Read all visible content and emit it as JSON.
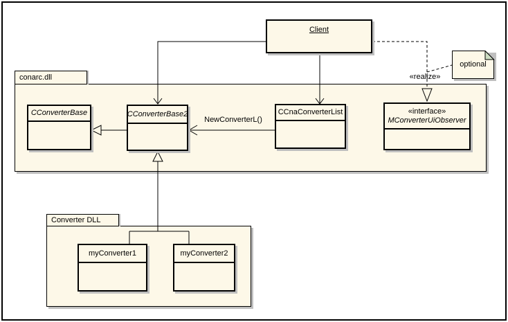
{
  "diagram": {
    "client": {
      "name": "Client"
    },
    "packages": {
      "conarc": {
        "label": "conarc.dll"
      },
      "converter_dll": {
        "label": "Converter DLL"
      }
    },
    "classes": {
      "cconverterbase": {
        "name": "CConverterBase"
      },
      "cconverterbase2": {
        "name": "CConverterBase2"
      },
      "ccnaconverterlist": {
        "name": "CCnaConverterList"
      },
      "mconverteruiobserver": {
        "stereotype": "«interface»",
        "name": "MConverterUiObserver"
      },
      "myconverter1": {
        "name": "myConverter1"
      },
      "myconverter2": {
        "name": "myConverter2"
      }
    },
    "edges": {
      "new_converter_label": "NewConverterL()",
      "realize_label": "«realize»"
    },
    "note": {
      "text": "optional"
    },
    "colors": {
      "shape_fill": "#fdf8e8",
      "shadow": "#bfbfbf",
      "note_fold": "#ccdcc2",
      "line": "#000000",
      "background": "#ffffff"
    }
  }
}
